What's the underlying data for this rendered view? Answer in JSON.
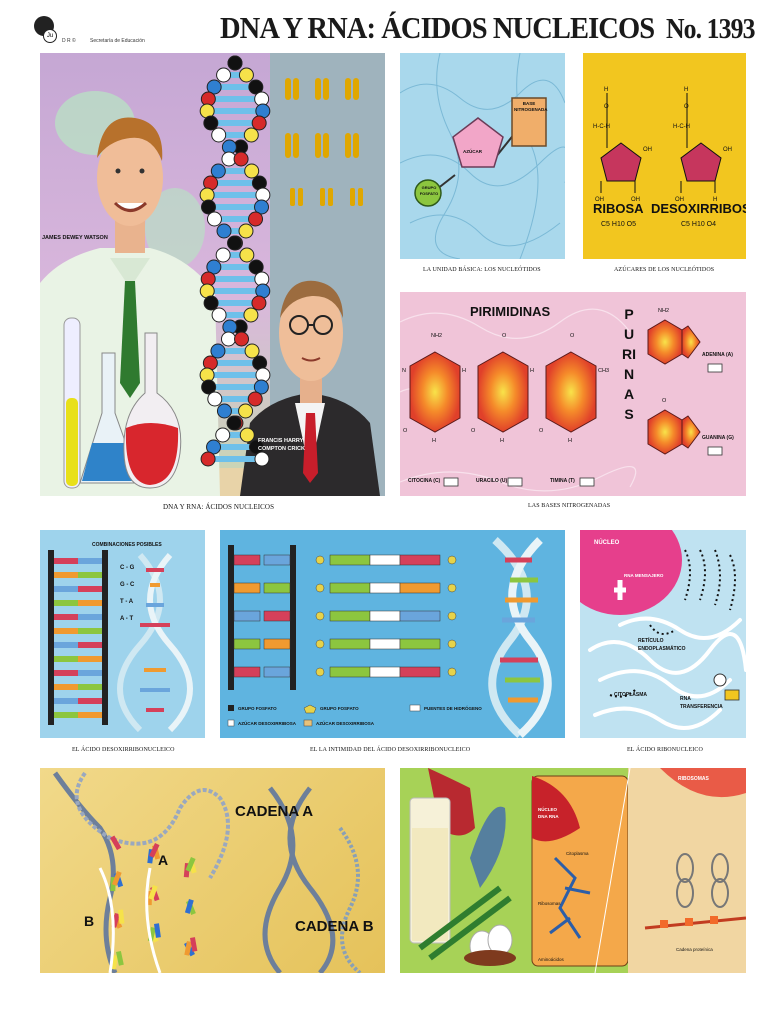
{
  "header": {
    "publisher_line": "D R ©",
    "subtitle": "Secretaría de Educación",
    "title": "DNA Y RNA: ÁCIDOS NUCLEICOS",
    "number": "No. 1393"
  },
  "captions": {
    "p1": "DNA Y RNA: ÁCIDOS NUCLEICOS",
    "p2": "LA UNIDAD BÁSICA: LOS NUCLEÓTIDOS",
    "p3": "AZÚCARES DE LOS NUCLEÓTIDOS",
    "p4": "LAS BASES NITROGENADAS",
    "p5": "EL ÁCIDO DESOXIRRIBONUCLEICO",
    "p6": "EL LA INTIMIDAD DEL ÁCIDO DESOXIRRIBONUCLEICO",
    "p7": "EL ÁCIDO RIBONUCLEICO"
  },
  "scientists": {
    "watson": "JAMES DEWEY WATSON",
    "crick_line1": "FRANCIS HARRY",
    "crick_line2": "COMPTON CRICK"
  },
  "nucleotide": {
    "base": "BASE NITROGENADA",
    "sugar": "AZÚCAR",
    "phosphate": "GRUPO FOSFATO"
  },
  "sugars": {
    "ribosa": "RIBOSA",
    "ribosa_formula": "C5 H10 O5",
    "desox": "DESOXIRRIBOSA",
    "desox_formula": "C5 H10 O4"
  },
  "bases": {
    "pyrimidines_title": "PIRIMIDINAS",
    "purines_title": "PURINAS",
    "citocina": "CITOCINA (C)",
    "uracilo": "URACILO (U)",
    "timina": "TIMINA (T)",
    "adenina": "ADENINA (A)",
    "guanina": "GUANINA (G)"
  },
  "dna": {
    "combinations_title": "COMBINACIONES POSIBLES",
    "pairs": [
      "C - G",
      "G - C",
      "T - A",
      "A - T"
    ]
  },
  "intimacy": {
    "legend": [
      "GRUPO FOSFATO",
      "GRUPO FOSFATO",
      "PUENTES DE HIDRÓGENO",
      "AZÚCAR DESOXIRRIBOSA",
      "AZÚCAR DESOXIRRIBOSA"
    ]
  },
  "rna": {
    "nucleo": "NÚCLEO",
    "mensajero": "RNA MENSAJERO",
    "reticulo_line1": "RETÍCULO",
    "reticulo_line2": "ENDOPLASMÁTICO",
    "citoplasma": "CITOPLASMA",
    "transfer_line1": "RNA",
    "transfer_line2": "TRANSFERENCIA"
  },
  "chains": {
    "a_big": "CADENA A",
    "b_big": "CADENA B",
    "a": "A",
    "b": "B"
  },
  "protein": {
    "ribosomas": "RIBOSOMAS",
    "nucleo_dna_rna": "NÚCLEO DNA RNA",
    "citoplasma": "Citoplasma",
    "ribosomas_small": "Ribosomas",
    "aminoacidos": "Aminoácidos",
    "cadena": "Cadena proteínica"
  },
  "colors": {
    "title": "#1a1a1a",
    "sky": "#a9d8ec",
    "pink": "#f0c4d8",
    "yellow": "#f2c61f",
    "orange": "#e8522a",
    "blue_panel": "#5fb4e0"
  }
}
